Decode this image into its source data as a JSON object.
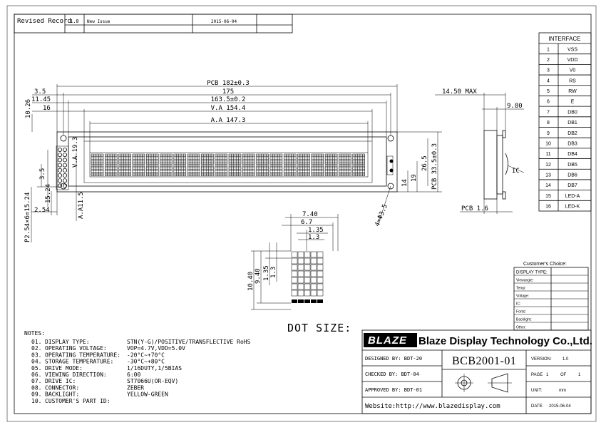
{
  "revision": {
    "label": "Revised Record",
    "rev": "1.0",
    "desc": "New Issue",
    "date": "2015-06-04"
  },
  "interface": {
    "title": "INTERFACE",
    "pins": [
      {
        "no": "1",
        "sig": "VSS"
      },
      {
        "no": "2",
        "sig": "VDD"
      },
      {
        "no": "3",
        "sig": "V0"
      },
      {
        "no": "4",
        "sig": "RS"
      },
      {
        "no": "5",
        "sig": "RW"
      },
      {
        "no": "6",
        "sig": "E"
      },
      {
        "no": "7",
        "sig": "DB0"
      },
      {
        "no": "8",
        "sig": "DB1"
      },
      {
        "no": "9",
        "sig": "DB2"
      },
      {
        "no": "10",
        "sig": "DB3"
      },
      {
        "no": "11",
        "sig": "DB4"
      },
      {
        "no": "12",
        "sig": "DB5"
      },
      {
        "no": "13",
        "sig": "DB6"
      },
      {
        "no": "14",
        "sig": "DB7"
      },
      {
        "no": "15",
        "sig": "LED-A"
      },
      {
        "no": "16",
        "sig": "LED-K"
      }
    ]
  },
  "dims": {
    "pcb_w": "PCB 182±0.3",
    "w175": "175",
    "w163": "163.5±0.2",
    "va_w": "V.A 154.4",
    "aa_w": "A.A 147.3",
    "d35": "3.5",
    "d1145": "11.45",
    "d16": "16",
    "d1026": "10.26",
    "d35b": "3.5",
    "d1524": "15.24",
    "d254": "2.54",
    "pitch": "P2.54×6=15.24",
    "aa_h": "A.A11.5",
    "va_h": "V.A 19.3",
    "d265": "26.5",
    "pcb_h": "PCB 33.5±0.3",
    "d19": "19",
    "d14": "14",
    "hole": "4×Φ3.5",
    "max_h": "14.50 MAX",
    "d980": "9.80",
    "ic": "IC",
    "pcb_t": "PCB 1.6",
    "x740": "7.40",
    "x67": "6.7",
    "x135": "1.35",
    "x13": "1.3",
    "y1040": "10.40",
    "y940": "9.40",
    "y135": "1.35",
    "y13": "1.3",
    "dot_title": "DOT SIZE:"
  },
  "choice": {
    "title": "Customer's Choice:",
    "rows": [
      "DISPLAY TYPE:",
      "Viewangle:",
      "Temp:",
      "Voltage:",
      "IC:",
      "Fonts:",
      "Backlight:",
      "Other:"
    ]
  },
  "notes": {
    "title": "NOTES:",
    "items": [
      {
        "n": "01.",
        "k": "DISPLAY TYPE:",
        "v": "STN(Y-G)/POSITIVE/TRANSFLECTIVE RoHS"
      },
      {
        "n": "02.",
        "k": "OPERATING VOLTAGE:",
        "v": "VOP=4.7V,VDD=5.0V"
      },
      {
        "n": "03.",
        "k": "OPERATING TEMPERATURE:",
        "v": "-20°C~+70°C"
      },
      {
        "n": "04.",
        "k": "STORAGE TEMPERATURE:",
        "v": "-30°C~+80°C"
      },
      {
        "n": "05.",
        "k": "DRIVE MODE:",
        "v": "1/16DUTY,1/5BIAS"
      },
      {
        "n": "06.",
        "k": "VIEWING DIRECTION:",
        "v": "6:00"
      },
      {
        "n": "07.",
        "k": "DRIVE IC:",
        "v": "ST7066U(OR-EQV)"
      },
      {
        "n": "08.",
        "k": "CONNECTOR:",
        "v": "ZEBER"
      },
      {
        "n": "09.",
        "k": "BACKLIGHT:",
        "v": "YELLOW-GREEN"
      },
      {
        "n": "10.",
        "k": "CUSTOMER'S PART ID:",
        "v": ""
      }
    ]
  },
  "title_block": {
    "brand": "BLAZE",
    "company": "Blaze Display Technology Co.,Ltd.",
    "designed": "DESIGNED BY:  BDT-20",
    "checked": "CHECKED BY:  BDT-04",
    "approved": "APPROVED BY: BDT-01",
    "part": "BCB2001-01",
    "version_k": "VERSION:",
    "version_v": "1.0",
    "page_k": "PAGE",
    "page_a": "1",
    "page_of": "OF",
    "page_b": "1",
    "unit_k": "UNIT:",
    "unit_v": "mm",
    "website": "Website:http://www.blazedisplay.com",
    "date_k": "DATE:",
    "date_v": "2015-06-04"
  },
  "colors": {
    "ink": "#000000",
    "paper": "#ffffff",
    "panel": "#f3f3f3"
  }
}
